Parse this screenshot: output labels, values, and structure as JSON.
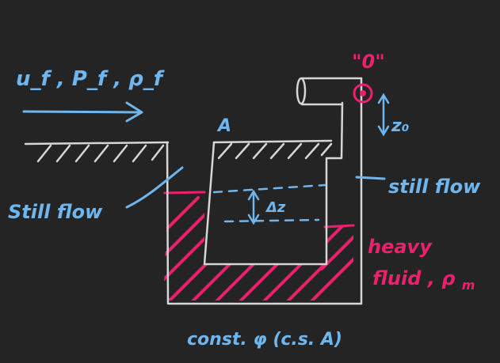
{
  "labels": {
    "freestream": "u_f , P_f , ρ_f",
    "point_a": "A",
    "point_zero": "\"0\"",
    "z0": "z₀",
    "delta_z": "Δz",
    "still_flow_left": "Still flow",
    "still_flow_right": "still flow",
    "heavy_fluid": "heavy fluid , ρ_m",
    "const_phi": "const. φ (c.s. A)"
  },
  "colors": {
    "background": "#242424",
    "structure": "#d6d6d6",
    "annotation_blue": "#6fb6ef",
    "heavy_fluid_pink": "#ee1f6d"
  }
}
